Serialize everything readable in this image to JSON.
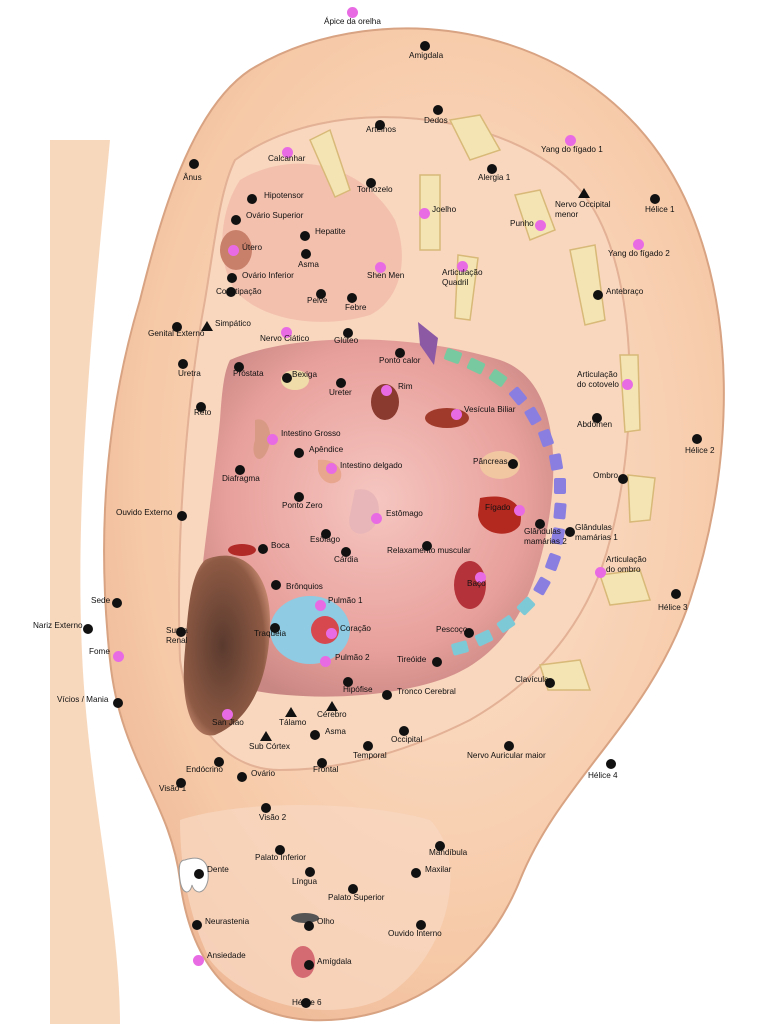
{
  "colors": {
    "point_black": "#111111",
    "point_pink": "#e86be4",
    "skin": "#f7cfae",
    "inner": "#e9a3a0"
  },
  "points": [
    {
      "id": "apice",
      "label": "Ápice da orelha",
      "type": "pink"
    },
    {
      "id": "amigdala-top",
      "label": "Amigdala",
      "type": "black"
    },
    {
      "id": "artelhos",
      "label": "Artelhos",
      "type": "black"
    },
    {
      "id": "dedos",
      "label": "Dedos",
      "type": "black"
    },
    {
      "id": "yang1",
      "label": "Yang do fígado 1",
      "type": "pink"
    },
    {
      "id": "calcanhar",
      "label": "Calcanhar",
      "type": "pink"
    },
    {
      "id": "anus",
      "label": "Ânus",
      "type": "black"
    },
    {
      "id": "tornozelo",
      "label": "Tornozelo",
      "type": "black"
    },
    {
      "id": "alergia1",
      "label": "Alergia 1",
      "type": "black"
    },
    {
      "id": "nervo-occ",
      "label": "Nervo Occipital\nmenor",
      "type": "tri"
    },
    {
      "id": "helice1",
      "label": "Hélice 1",
      "type": "black"
    },
    {
      "id": "hipotensor",
      "label": "Hipotensor",
      "type": "black"
    },
    {
      "id": "ovario-sup",
      "label": "Ovário Superior",
      "type": "black"
    },
    {
      "id": "joelho",
      "label": "Joelho",
      "type": "pink"
    },
    {
      "id": "punho",
      "label": "Punho",
      "type": "pink"
    },
    {
      "id": "utero",
      "label": "Útero",
      "type": "pink"
    },
    {
      "id": "hepatite",
      "label": "Hepatite",
      "type": "black"
    },
    {
      "id": "yang2",
      "label": "Yang do fígado 2",
      "type": "pink"
    },
    {
      "id": "asma-top",
      "label": "Asma",
      "type": "black"
    },
    {
      "id": "shenmen",
      "label": "Shen Men",
      "type": "pink"
    },
    {
      "id": "ovario-inf",
      "label": "Ovário Inferior",
      "type": "black"
    },
    {
      "id": "artic-quadril",
      "label": "Articulação\nQuadril",
      "type": "pink"
    },
    {
      "id": "constipacao",
      "label": "Constipação",
      "type": "black"
    },
    {
      "id": "antebraco",
      "label": "Antebraço",
      "type": "black"
    },
    {
      "id": "pelve",
      "label": "Pelve",
      "type": "black"
    },
    {
      "id": "febre",
      "label": "Febre",
      "type": "black"
    },
    {
      "id": "genital",
      "label": "Genital Externo",
      "type": "black"
    },
    {
      "id": "simpatico",
      "label": "Simpático",
      "type": "tri"
    },
    {
      "id": "nervo-ciatico",
      "label": "Nervo Ciático",
      "type": "pink"
    },
    {
      "id": "gluteo",
      "label": "Glúteo",
      "type": "black"
    },
    {
      "id": "ponto-calor",
      "label": "Ponto calor",
      "type": "black"
    },
    {
      "id": "uretra",
      "label": "Uretra",
      "type": "black"
    },
    {
      "id": "prostata",
      "label": "Próstata",
      "type": "black"
    },
    {
      "id": "bexiga",
      "label": "Bexiga",
      "type": "black"
    },
    {
      "id": "artic-cotovelo",
      "label": "Articulação\ndo cotovelo",
      "type": "pink"
    },
    {
      "id": "rim",
      "label": "Rim",
      "type": "pink"
    },
    {
      "id": "ureter",
      "label": "Ureter",
      "type": "black"
    },
    {
      "id": "reto",
      "label": "Reto",
      "type": "black"
    },
    {
      "id": "vesicula",
      "label": "Vesícula Biliar",
      "type": "pink"
    },
    {
      "id": "abdomen",
      "label": "Abdômen",
      "type": "black"
    },
    {
      "id": "intestino-grosso",
      "label": "Intestino Grosso",
      "type": "pink"
    },
    {
      "id": "helice2",
      "label": "Hélice 2",
      "type": "black"
    },
    {
      "id": "apendice",
      "label": "Apêndice",
      "type": "black"
    },
    {
      "id": "intestino-delgado",
      "label": "Intestino delgado",
      "type": "pink"
    },
    {
      "id": "pancreas",
      "label": "Pâncreas",
      "type": "black"
    },
    {
      "id": "diafragma",
      "label": "Diafragma",
      "type": "black"
    },
    {
      "id": "ombro",
      "label": "Ombro",
      "type": "black"
    },
    {
      "id": "ponto-zero",
      "label": "Ponto Zero",
      "type": "black"
    },
    {
      "id": "figado",
      "label": "Fígado",
      "type": "pink"
    },
    {
      "id": "ouvido-externo",
      "label": "Ouvido Externo",
      "type": "black"
    },
    {
      "id": "estomago",
      "label": "Estômago",
      "type": "pink"
    },
    {
      "id": "glandulas2",
      "label": "Glândulas\nmamárias 2",
      "type": "black"
    },
    {
      "id": "glandulas1",
      "label": "Glândulas\nmamárias 1",
      "type": "black"
    },
    {
      "id": "esofago",
      "label": "Esôfago",
      "type": "black"
    },
    {
      "id": "boca",
      "label": "Boca",
      "type": "black"
    },
    {
      "id": "cardia",
      "label": "Cárdia",
      "type": "black"
    },
    {
      "id": "relax",
      "label": "Relaxamento muscular",
      "type": "black"
    },
    {
      "id": "artic-ombro",
      "label": "Articulação\ndo ombro",
      "type": "pink"
    },
    {
      "id": "broncos",
      "label": "Brônquios",
      "type": "black"
    },
    {
      "id": "baco",
      "label": "Baço",
      "type": "pink"
    },
    {
      "id": "sede",
      "label": "Sede",
      "type": "black"
    },
    {
      "id": "pulmao1",
      "label": "Pulmão 1",
      "type": "pink"
    },
    {
      "id": "helice3",
      "label": "Hélice 3",
      "type": "black"
    },
    {
      "id": "nariz",
      "label": "Nariz Externo",
      "type": "black"
    },
    {
      "id": "supra-renal",
      "label": "Supra\nRenal",
      "type": "black"
    },
    {
      "id": "traqueia",
      "label": "Traquéia",
      "type": "black"
    },
    {
      "id": "coracao",
      "label": "Coração",
      "type": "pink"
    },
    {
      "id": "pescoco",
      "label": "Pescoço",
      "type": "black"
    },
    {
      "id": "fome",
      "label": "Fome",
      "type": "pink"
    },
    {
      "id": "pulmao2",
      "label": "Pulmão 2",
      "type": "pink"
    },
    {
      "id": "tireoide",
      "label": "Tireóide",
      "type": "black"
    },
    {
      "id": "clavicula",
      "label": "Clavícula",
      "type": "black"
    },
    {
      "id": "hipofise",
      "label": "Hipófise",
      "type": "black"
    },
    {
      "id": "tronco",
      "label": "Tronco Cerebral",
      "type": "black"
    },
    {
      "id": "vicios",
      "label": "Vícios / Mania",
      "type": "black"
    },
    {
      "id": "cerebro",
      "label": "Cérebro",
      "type": "tri"
    },
    {
      "id": "san-jiao",
      "label": "San Jiao",
      "type": "pink"
    },
    {
      "id": "talamo",
      "label": "Tálamo",
      "type": "tri"
    },
    {
      "id": "sub-cortex",
      "label": "Sub Córtex",
      "type": "tri"
    },
    {
      "id": "asma-low",
      "label": "Asma",
      "type": "black"
    },
    {
      "id": "occipital",
      "label": "Occipital",
      "type": "black"
    },
    {
      "id": "nervo-auric",
      "label": "Nervo Auricular maior",
      "type": "black"
    },
    {
      "id": "temporal",
      "label": "Temporal",
      "type": "black"
    },
    {
      "id": "endocrino",
      "label": "Endócrino",
      "type": "black"
    },
    {
      "id": "frontal",
      "label": "Frontal",
      "type": "black"
    },
    {
      "id": "ovario",
      "label": "Ovário",
      "type": "black"
    },
    {
      "id": "visao1",
      "label": "Visão 1",
      "type": "black"
    },
    {
      "id": "helice4",
      "label": "Hélice 4",
      "type": "black"
    },
    {
      "id": "visao2",
      "label": "Visão 2",
      "type": "black"
    },
    {
      "id": "palato-inf",
      "label": "Palato Inferior",
      "type": "black"
    },
    {
      "id": "mandibula",
      "label": "Mandíbula",
      "type": "black"
    },
    {
      "id": "dente",
      "label": "Dente",
      "type": "black"
    },
    {
      "id": "maxilar",
      "label": "Maxilar",
      "type": "black"
    },
    {
      "id": "lingua",
      "label": "Língua",
      "type": "black"
    },
    {
      "id": "palato-sup",
      "label": "Palato Superior",
      "type": "black"
    },
    {
      "id": "neurastenia",
      "label": "Neurastenia",
      "type": "black"
    },
    {
      "id": "olho",
      "label": "Olho",
      "type": "black"
    },
    {
      "id": "ouvido-interno",
      "label": "Ouvido Interno",
      "type": "black"
    },
    {
      "id": "ansiedade",
      "label": "Ansiedade",
      "type": "pink"
    },
    {
      "id": "amigdala-low",
      "label": "Amígdala",
      "type": "black"
    },
    {
      "id": "helice6",
      "label": "Hélice 6",
      "type": "black"
    }
  ]
}
